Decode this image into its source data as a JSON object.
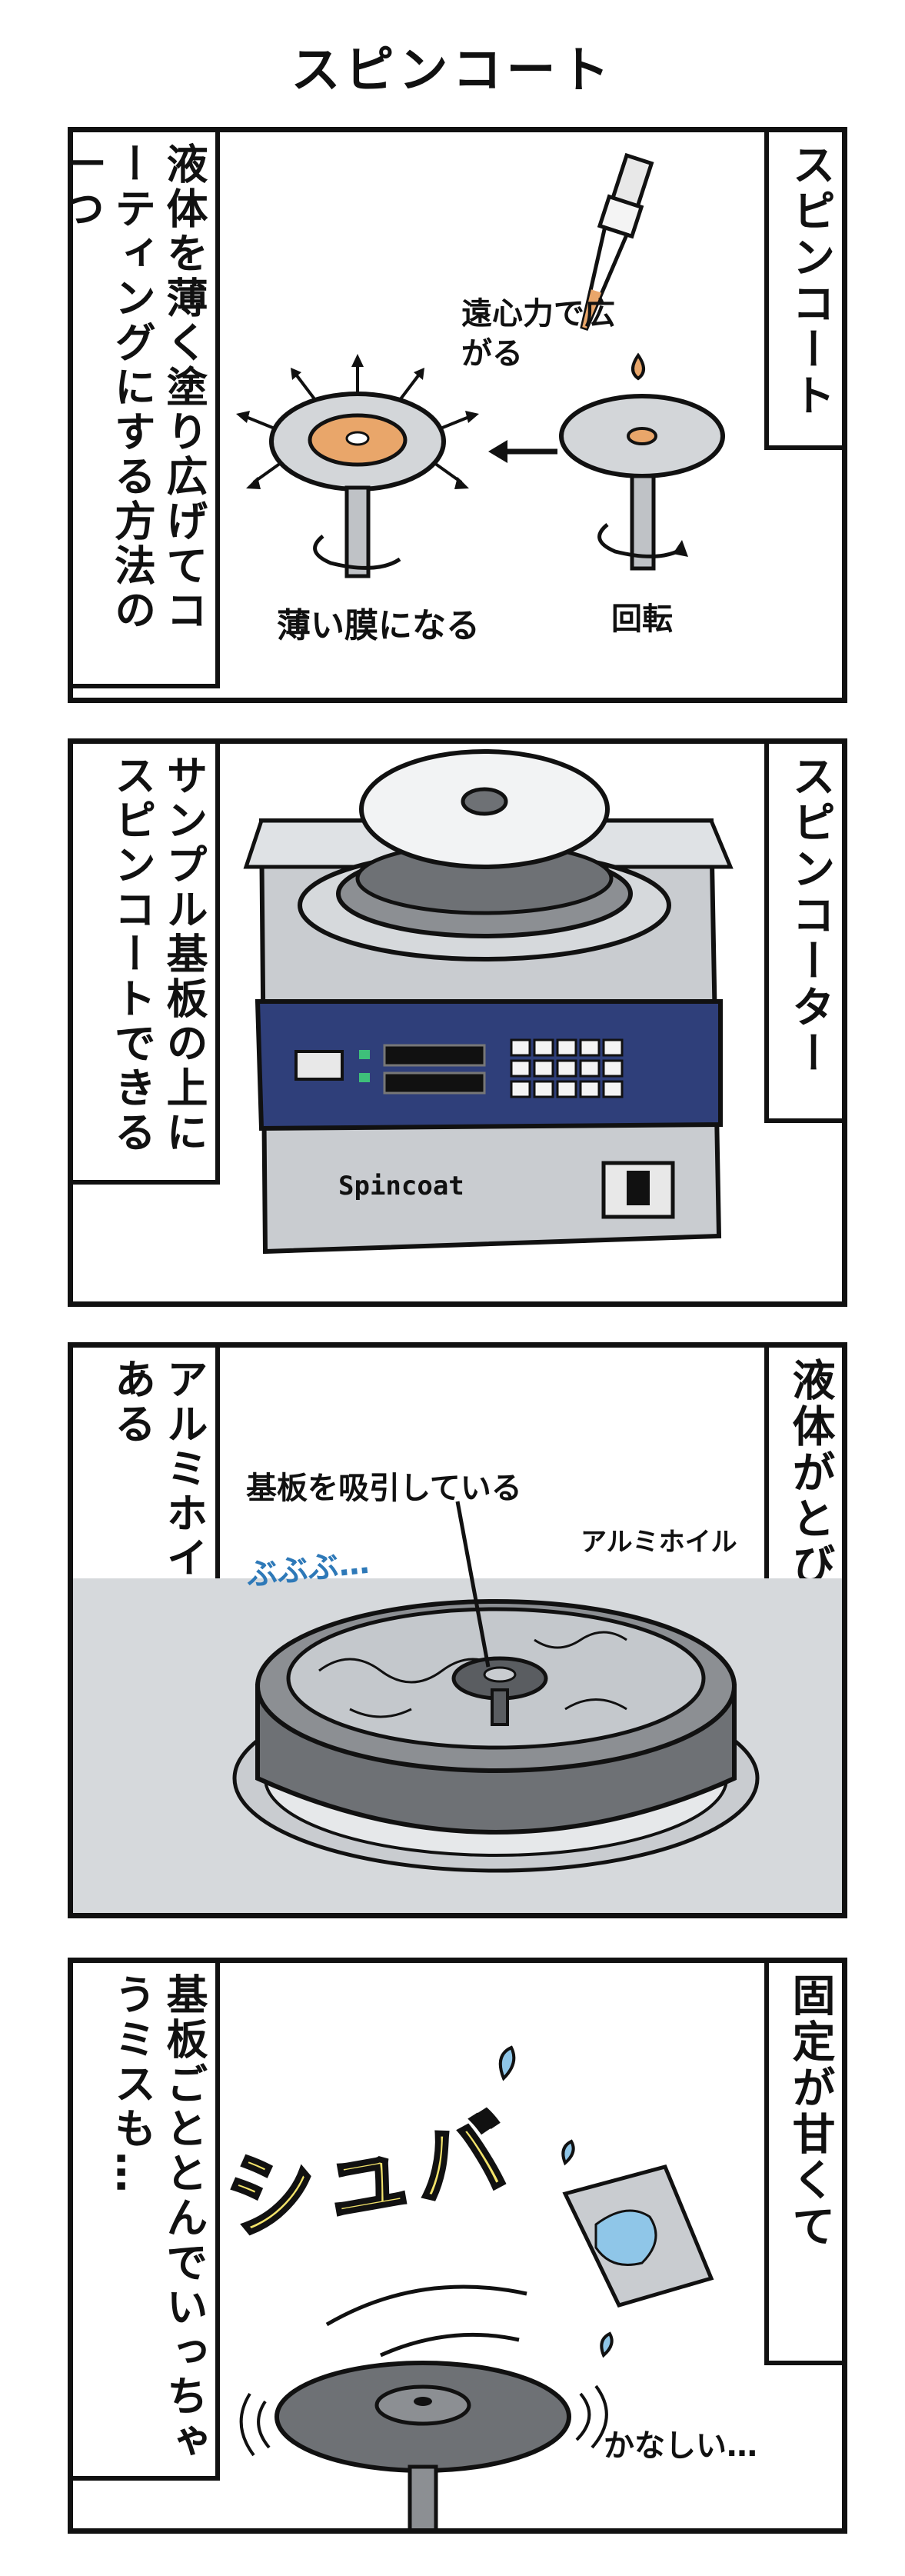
{
  "title": "スピンコート",
  "panels": [
    {
      "caption_right": "スピンコート",
      "caption_left": "液体を薄く塗り広げてコーティングにする方法の一つ",
      "labels": {
        "centrifugal": "遠心力で広がる",
        "thin_film": "薄い膜になる",
        "rotation": "回転"
      }
    },
    {
      "caption_right": "スピンコーター",
      "caption_left": "サンプル基板の上にスピンコートできる",
      "device_label": "Spincoat"
    },
    {
      "caption_right": "液体がとび散るので",
      "caption_left": "アルミホイルが敷いてある",
      "labels": {
        "suction": "基板を吸引している",
        "foil": "アルミホイル",
        "sound": "ぶぶぶ…"
      }
    },
    {
      "caption_right": "固定が甘くて",
      "caption_left": "基板ごととんでいっちゃうミスも…",
      "labels": {
        "sfx": "シュバ",
        "sad": "かなしい…"
      }
    }
  ],
  "colors": {
    "ink": "#111111",
    "orange": "#e9a66a",
    "device_gray": "#c9ccd0",
    "panel_blue": "#2f3f7a",
    "sfx_yellow": "#f3e36a",
    "drop_blue": "#8fc6e8"
  }
}
